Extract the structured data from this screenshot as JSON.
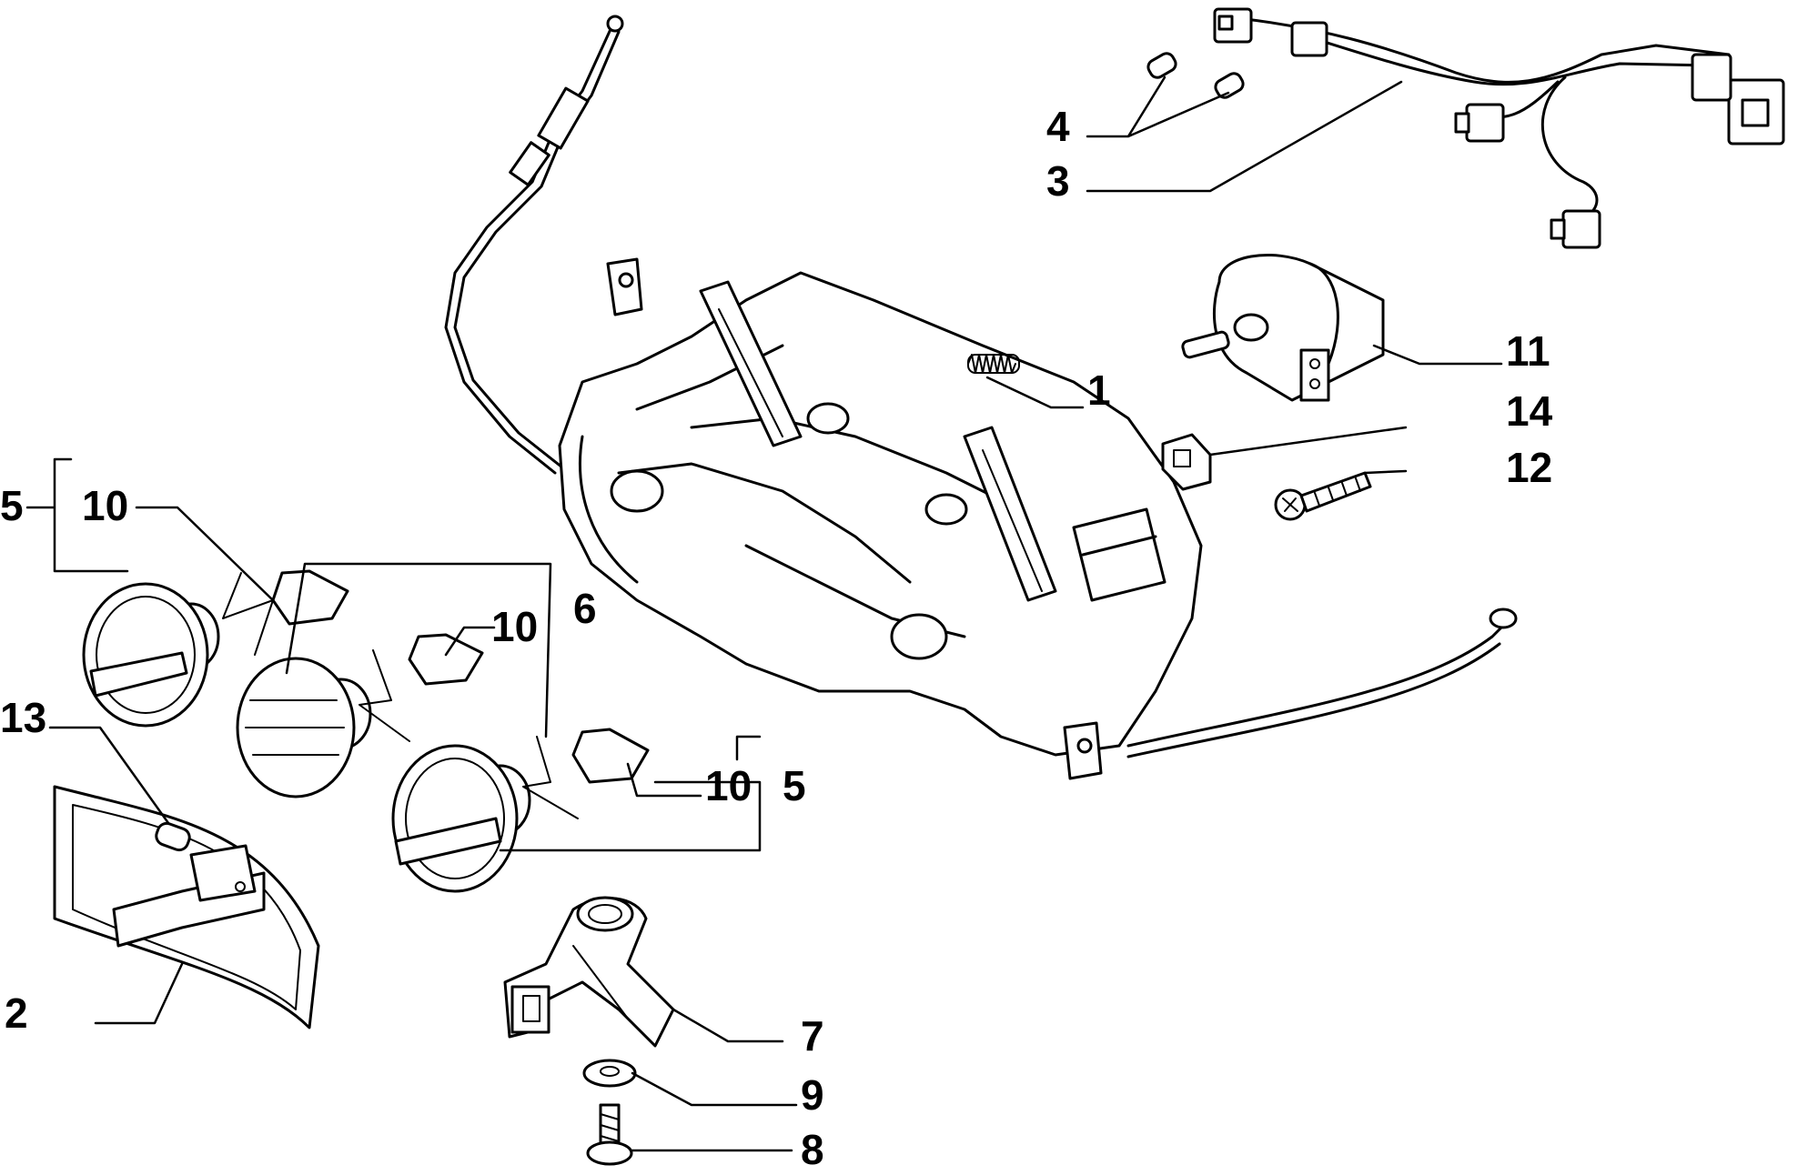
{
  "callouts": [
    {
      "id": "c1",
      "label": "1"
    },
    {
      "id": "c2",
      "label": "2"
    },
    {
      "id": "c3",
      "label": "3"
    },
    {
      "id": "c4",
      "label": "4"
    },
    {
      "id": "c5a",
      "label": "5"
    },
    {
      "id": "c5b",
      "label": "5"
    },
    {
      "id": "c6",
      "label": "6"
    },
    {
      "id": "c7",
      "label": "7"
    },
    {
      "id": "c8",
      "label": "8"
    },
    {
      "id": "c9",
      "label": "9"
    },
    {
      "id": "c10a",
      "label": "10"
    },
    {
      "id": "c10b",
      "label": "10"
    },
    {
      "id": "c10c",
      "label": "10"
    },
    {
      "id": "c11",
      "label": "11"
    },
    {
      "id": "c12",
      "label": "12"
    },
    {
      "id": "c13",
      "label": "13"
    },
    {
      "id": "c14",
      "label": "14"
    }
  ]
}
